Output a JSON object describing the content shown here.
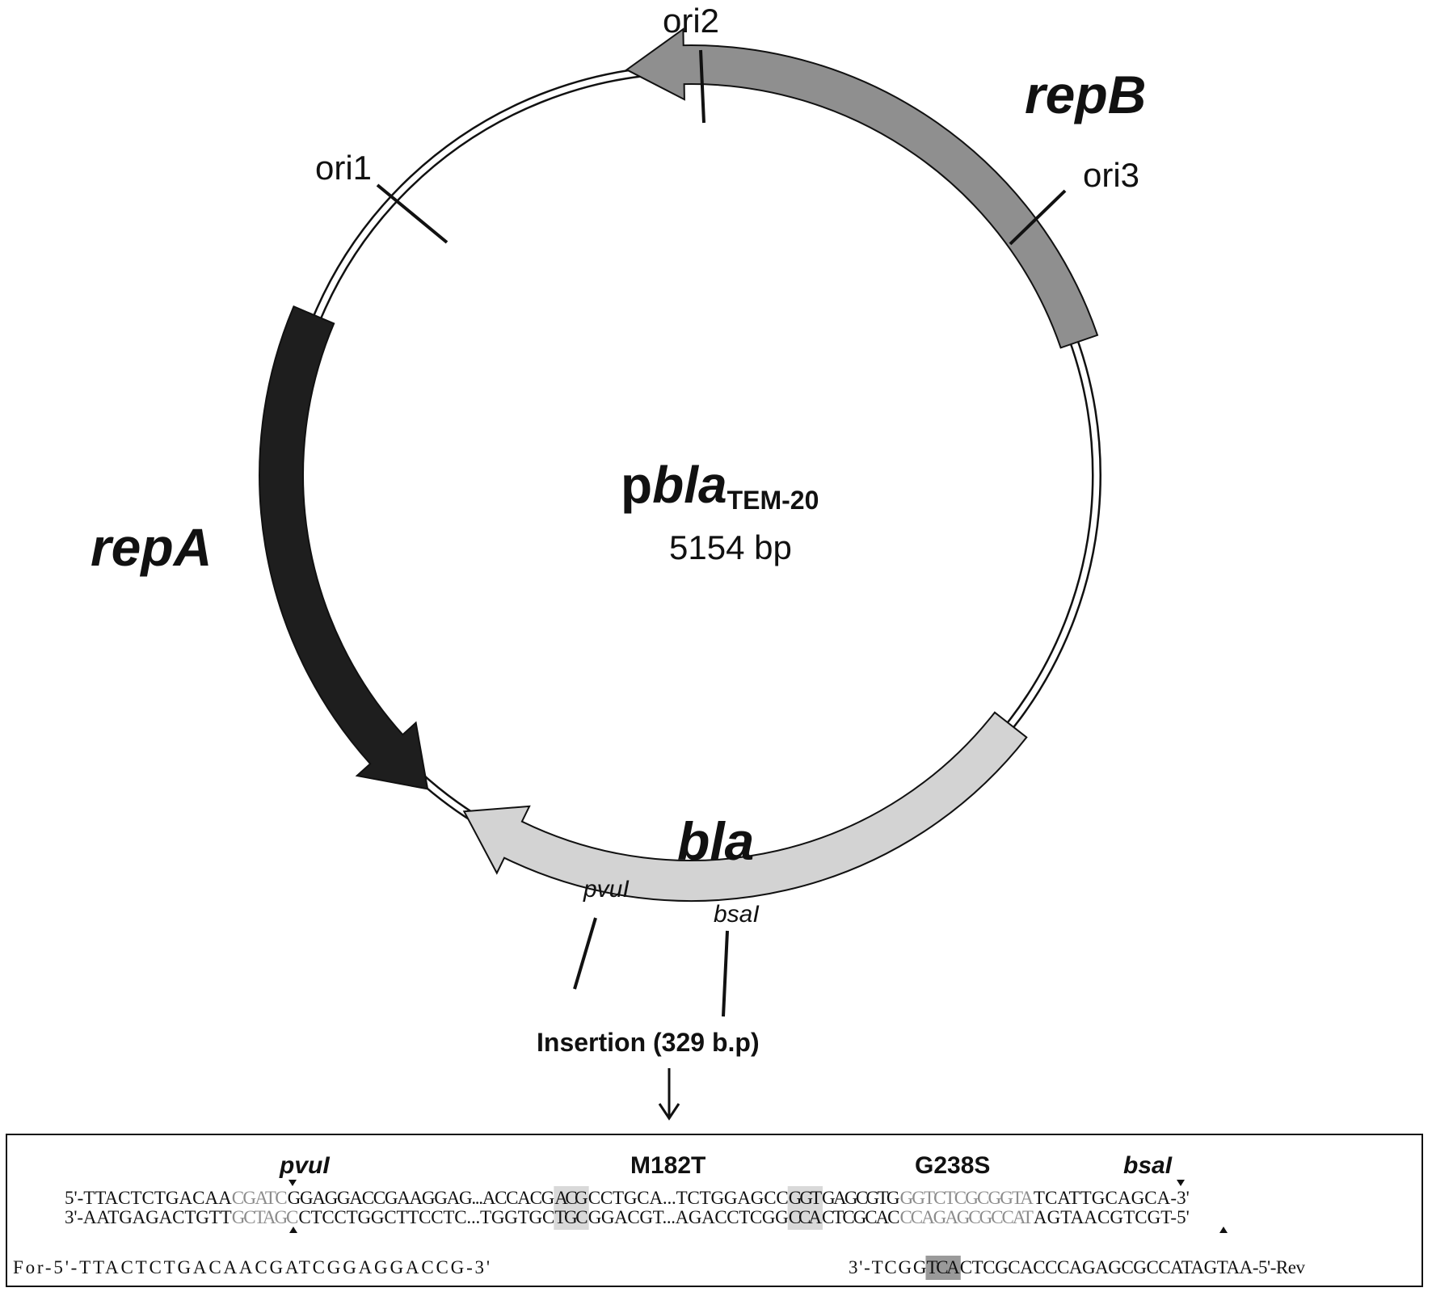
{
  "plasmid": {
    "name_prefix": "p",
    "name_gene": "bla",
    "name_subscript": "TEM-20",
    "size": "5154 bp"
  },
  "genes": {
    "repA": "repA",
    "repB": "repB",
    "bla": "bla"
  },
  "sites": {
    "ori1": "ori1",
    "ori2": "ori2",
    "ori3": "ori3",
    "pvuI": "pvuI",
    "bsaI": "bsaI"
  },
  "insertion_label": "Insertion (329 b.p)",
  "sequence_panel": {
    "headers": {
      "pvuI": "pvuI",
      "m182t": "M182T",
      "g238s": "G238S",
      "bsaI": "bsaI"
    },
    "top_strand": [
      {
        "text": "5'-TTACTCTGACAA",
        "style": "plain"
      },
      {
        "text": "CGATC",
        "style": "gray"
      },
      {
        "text": "GGAGGACCGAAGGAG...ACCACG",
        "style": "plain"
      },
      {
        "text": "ACG",
        "style": "highlight"
      },
      {
        "text": "CCTGCA...TCTGGAGCC",
        "style": "plain"
      },
      {
        "text": "GGT",
        "style": "highlight"
      },
      {
        "text": "GAGCGTG",
        "style": "plain"
      },
      {
        "text": "GGTCTCGCGGTA",
        "style": "gray"
      },
      {
        "text": "TCATTGCAGCA-3'",
        "style": "plain"
      }
    ],
    "bottom_strand": [
      {
        "text": "3'-AATGAGACTGTT",
        "style": "plain"
      },
      {
        "text": "GCTAGC",
        "style": "gray"
      },
      {
        "text": "CTCCTGGCTTCCTC...TGGTGC",
        "style": "plain"
      },
      {
        "text": "TGC",
        "style": "highlight"
      },
      {
        "text": "GGACGT...AGACCTCGG",
        "style": "plain"
      },
      {
        "text": "CCA",
        "style": "highlight"
      },
      {
        "text": "CTCGCAC",
        "style": "plain"
      },
      {
        "text": "CCAGAGCGCCAT",
        "style": "gray"
      },
      {
        "text": "AGTAACGTCGT-5'",
        "style": "plain"
      }
    ],
    "forward_primer": "For-5'-TTACTCTGACAACGATCGGAGGACCG-3'",
    "reverse_primer": [
      {
        "text": "3'-TCGG",
        "style": "plain"
      },
      {
        "text": "TCA",
        "style": "dark-highlight"
      },
      {
        "text": "CTCGCACCCAGAGCGCCATAGTAA-5'-Rev",
        "style": "plain"
      }
    ]
  },
  "colors": {
    "repA_fill": "#1e1e1e",
    "repB_fill": "#8f8f8f",
    "bla_fill": "#d3d3d3",
    "backbone": "#111111",
    "gray_text": "#8c8c8c",
    "highlight": "#d9d9d9",
    "dark_highlight": "#9a9a9a"
  }
}
